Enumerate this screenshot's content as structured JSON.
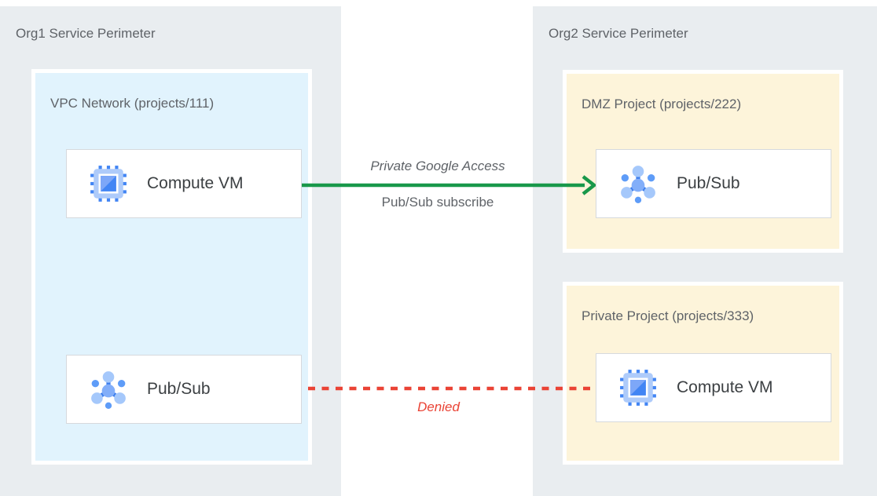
{
  "org1": {
    "title": "Org1 Service Perimeter",
    "vpc": {
      "title": "VPC Network (projects/111)",
      "compute_vm": {
        "label": "Compute VM",
        "icon": "compute-engine-icon"
      },
      "pubsub": {
        "label": "Pub/Sub",
        "icon": "pubsub-icon"
      }
    }
  },
  "org2": {
    "title": "Org2 Service Perimeter",
    "dmz": {
      "title": "DMZ Project (projects/222)",
      "pubsub": {
        "label": "Pub/Sub",
        "icon": "pubsub-icon"
      }
    },
    "private_project": {
      "title": "Private Project (projects/333)",
      "compute_vm": {
        "label": "Compute VM",
        "icon": "compute-engine-icon"
      }
    }
  },
  "connections": {
    "allowed": {
      "caption_italic": "Private Google Access",
      "caption": "Pub/Sub subscribe",
      "color": "#18984a",
      "style": "solid-arrow"
    },
    "denied": {
      "caption": "Denied",
      "color": "#ea4335",
      "style": "dashed"
    }
  },
  "colors": {
    "panel_bg": "#e9edf0",
    "vpc_bg": "#e1f3fd",
    "project_bg": "#fdf4da",
    "card_border": "#d6d9dd",
    "heading_text": "#5f6368",
    "card_text": "#3c4043",
    "icon_blue": "#4285f4",
    "icon_light_blue": "#aecbfa"
  }
}
